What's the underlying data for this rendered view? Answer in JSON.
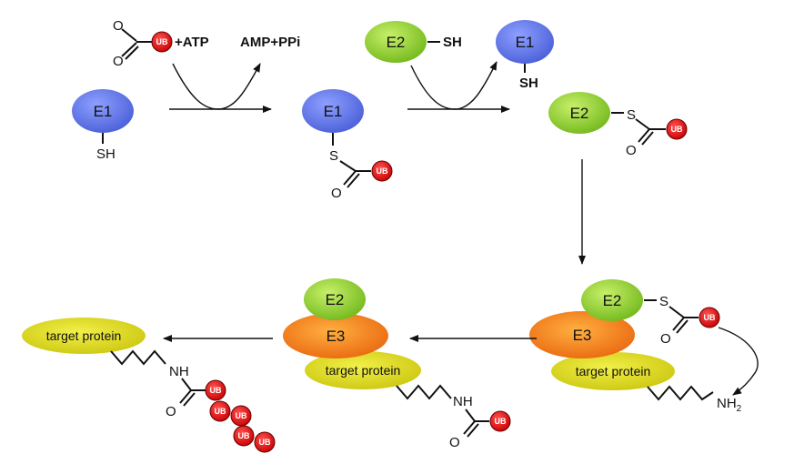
{
  "labels": {
    "e1": "E1",
    "e2": "E2",
    "e3": "E3",
    "target": "target protein",
    "ub": "UB",
    "sh": "SH",
    "s": "S",
    "o": "O",
    "nh": "NH",
    "nh2": "NH",
    "nh2_sub": "2",
    "atp": "+ATP",
    "amp": "AMP+PPi"
  },
  "colors": {
    "e1": "#5b73e8",
    "e2": "#8ccd2e",
    "e3": "#f07a1a",
    "target": "#d9d81a",
    "ub": "#e01010",
    "line": "#111111"
  }
}
